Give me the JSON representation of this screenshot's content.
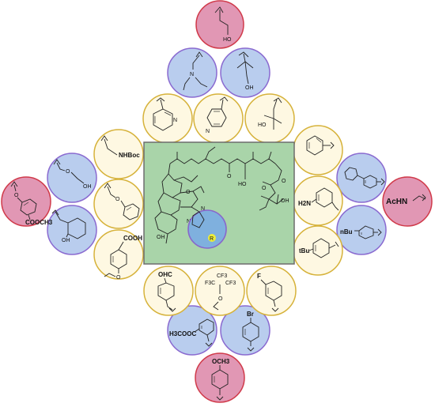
{
  "core": {
    "atoms": [
      "O",
      "O",
      "O",
      "HO",
      "OH",
      "OH",
      "O",
      "N",
      "N",
      "N",
      "R"
    ],
    "colors": {
      "box_fill": "#a9d4a9",
      "box_stroke": "#6d6d6d",
      "r_ring_fill": "#7fb0de",
      "r_ring_stroke": "#8866cc",
      "r_dot": "#ecec3a"
    }
  },
  "circles": {
    "yellow": {
      "fill": "#fef8e2",
      "stroke": "#d6b23a"
    },
    "blue": {
      "fill": "#b9cdee",
      "stroke": "#8a6ad0"
    },
    "pink": {
      "fill": "#e197b4",
      "stroke": "#d03a4a"
    }
  },
  "substituents": {
    "top_hydroxypropyl": "HO",
    "diethylaminoethyl": "N",
    "hydroxy_dimethyl": "OH",
    "pyridin2yl": "N",
    "pyridin3yl": "N",
    "hydroxy_tert": "HO",
    "nhboc": "NHBoc",
    "hydroxyethoxy": "OH",
    "phenoxy": "O",
    "methoxybenzoate_o": "O",
    "methoxybenzoate_ester": "COOCH3",
    "cyclohexanol": "OH",
    "carboxyphenoxy_acid": "COOH",
    "carboxyphenoxy_o": "O",
    "phenyl": "",
    "aminophenyl": "H2N",
    "biphenyl": "",
    "acetamido": "AcHN",
    "butylphenyl": "nBu",
    "tert_butylphenyl": "tBu",
    "formylbenzyl": "OHC",
    "perfluoro_tert_butoxy": [
      "F3C",
      "CF3",
      "CF3",
      "O"
    ],
    "fluorophenyl": "F",
    "methyl_ester_phenyl": "H3COOC",
    "bromophenyl": "Br",
    "methoxyphenyl": "OCH3"
  }
}
